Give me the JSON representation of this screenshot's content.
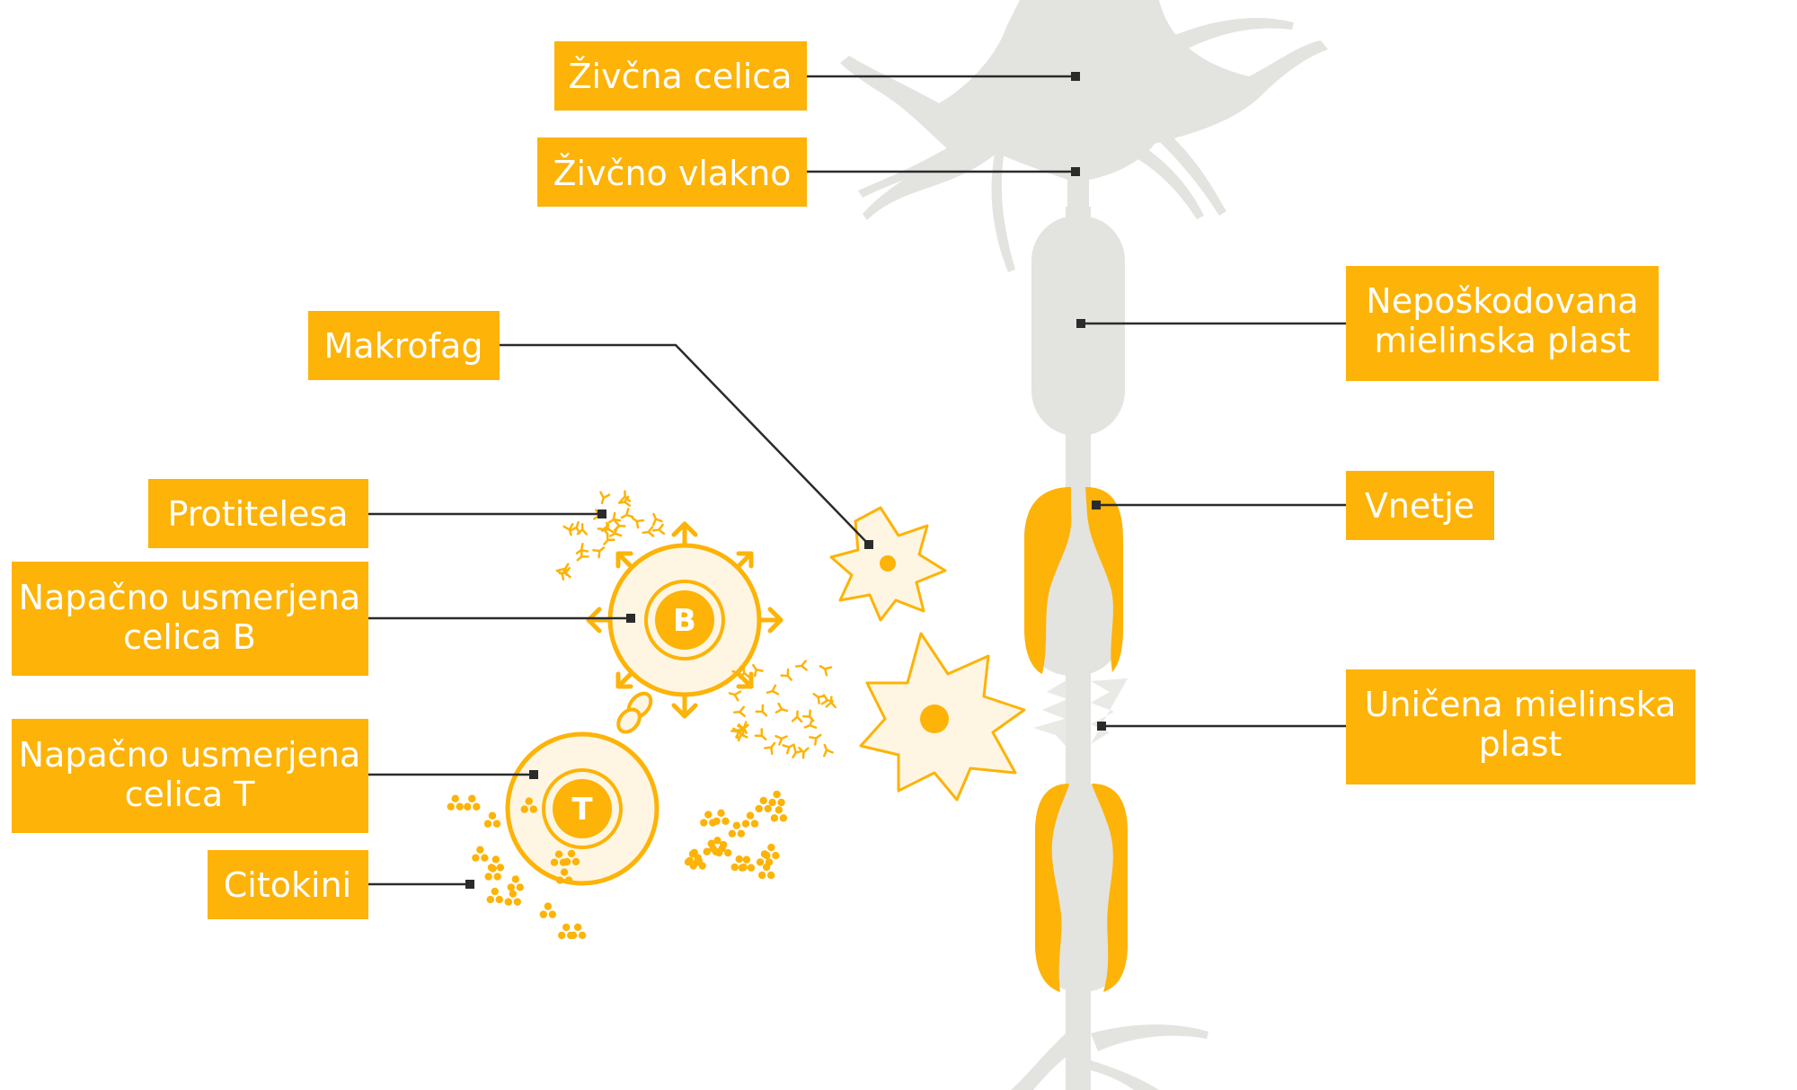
{
  "colors": {
    "accent": "#FDB307",
    "neuron": "#E3E3E0",
    "neuron_light": "#E9E9E6",
    "cell_fill": "#FEF6E3",
    "label_text": "#FFFFFF",
    "leader": "#2B2B2B"
  },
  "labels": {
    "zivcna_celica": "Živčna celica",
    "zivcno_vlakno": "Živčno vlakno",
    "makrofag": "Makrofag",
    "protitelesa": "Protitelesa",
    "celica_b_line1": "Napačno usmerjena",
    "celica_b_line2": "celica B",
    "celica_t_line1": "Napačno usmerjena",
    "celica_t_line2": "celica T",
    "citokini": "Citokini",
    "neposkodovana_line1": "Nepoškodovana",
    "neposkodovana_line2": "mielinska plast",
    "vnetje": "Vnetje",
    "unicena_line1": "Uničena mielinska",
    "unicena_line2": "plast"
  },
  "cells": {
    "b_letter": "B",
    "t_letter": "T"
  }
}
